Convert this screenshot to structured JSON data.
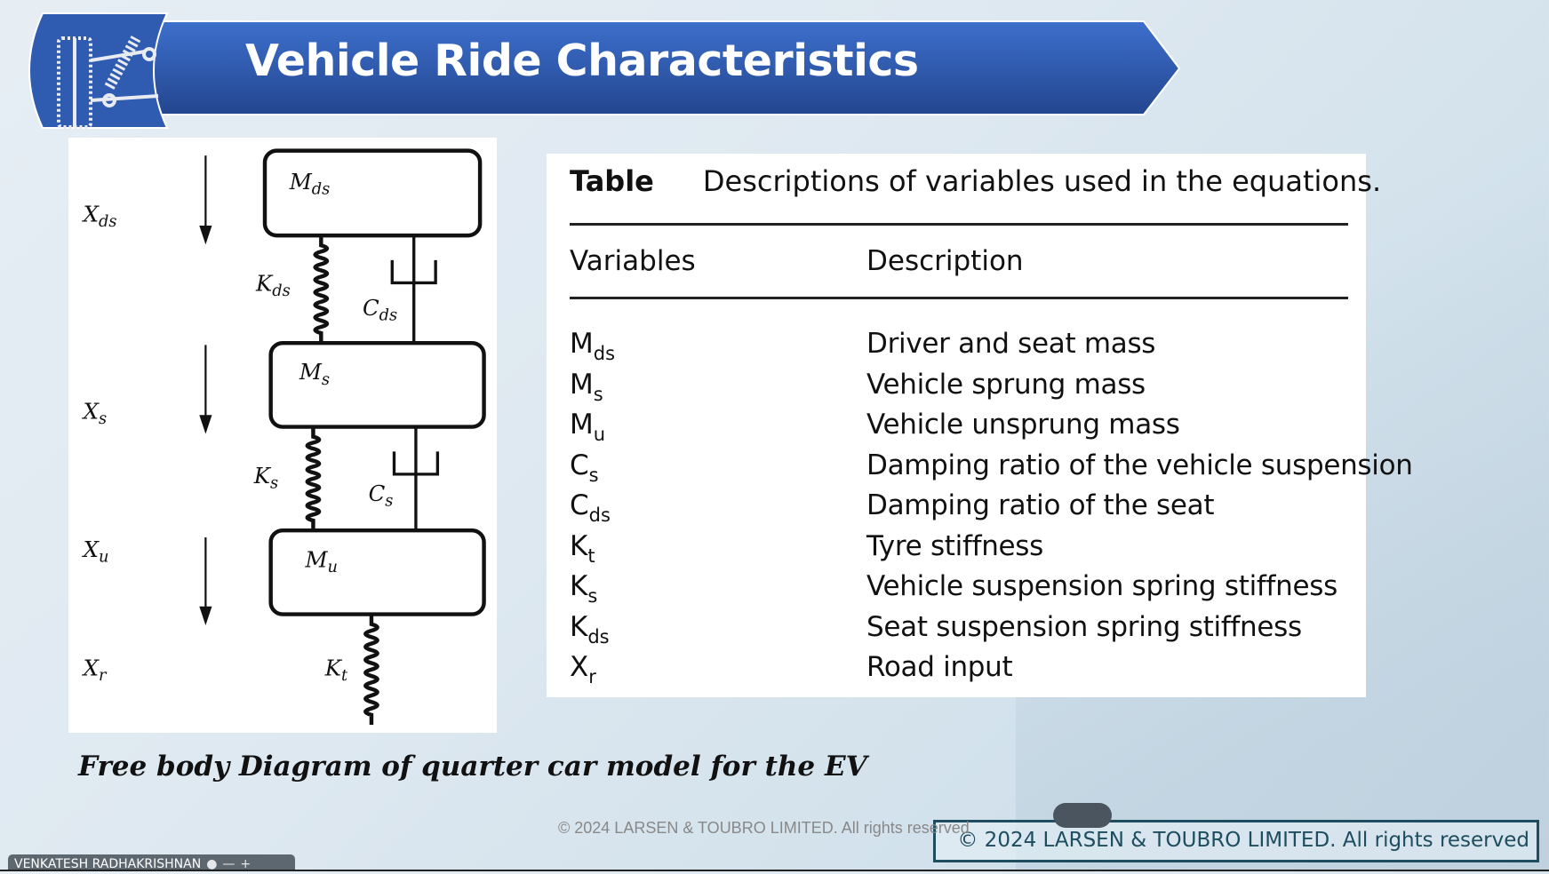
{
  "header": {
    "title": "Vehicle Ride Characteristics",
    "logo_icon": "suspension-icon"
  },
  "diagram": {
    "masses": [
      {
        "m": "M",
        "sub": "ds"
      },
      {
        "m": "M",
        "sub": "s"
      },
      {
        "m": "M",
        "sub": "u"
      }
    ],
    "displacements": [
      {
        "m": "X",
        "sub": "ds"
      },
      {
        "m": "X",
        "sub": "s"
      },
      {
        "m": "X",
        "sub": "u"
      },
      {
        "m": "X",
        "sub": "r"
      }
    ],
    "springs": [
      {
        "m": "K",
        "sub": "ds"
      },
      {
        "m": "K",
        "sub": "s"
      },
      {
        "m": "K",
        "sub": "t"
      }
    ],
    "dampers": [
      {
        "m": "C",
        "sub": "ds"
      },
      {
        "m": "C",
        "sub": "s"
      }
    ],
    "caption": "Free body Diagram of quarter car model for the EV"
  },
  "table": {
    "label": "Table",
    "title": "Descriptions of variables used in the equations.",
    "headers": [
      "Variables",
      "Description"
    ],
    "rows": [
      {
        "var": "M",
        "sub": "ds",
        "desc": "Driver and seat mass"
      },
      {
        "var": "M",
        "sub": "s",
        "desc": "Vehicle sprung mass"
      },
      {
        "var": "M",
        "sub": "u",
        "desc": "Vehicle unsprung mass"
      },
      {
        "var": "C",
        "sub": "s",
        "desc": "Damping ratio of the vehicle suspension"
      },
      {
        "var": "C",
        "sub": "ds",
        "desc": "Damping ratio of the seat"
      },
      {
        "var": "K",
        "sub": "t",
        "desc": "Tyre stiffness"
      },
      {
        "var": "K",
        "sub": "s",
        "desc": "Vehicle suspension spring stiffness"
      },
      {
        "var": "K",
        "sub": "ds",
        "desc": "Seat suspension spring stiffness"
      },
      {
        "var": "X",
        "sub": "r",
        "desc": "Road input"
      }
    ]
  },
  "footer": {
    "copyright": "© 2024 LARSEN & TOUBRO LIMITED. All rights reserved",
    "copyright_box": "© 2024 LARSEN & TOUBRO LIMITED. All rights reserved",
    "presenter": "VENKATESH RADHAKRISHNAN"
  },
  "colors": {
    "banner": "#2f5bb0",
    "footer_border": "#1d4d5f"
  }
}
